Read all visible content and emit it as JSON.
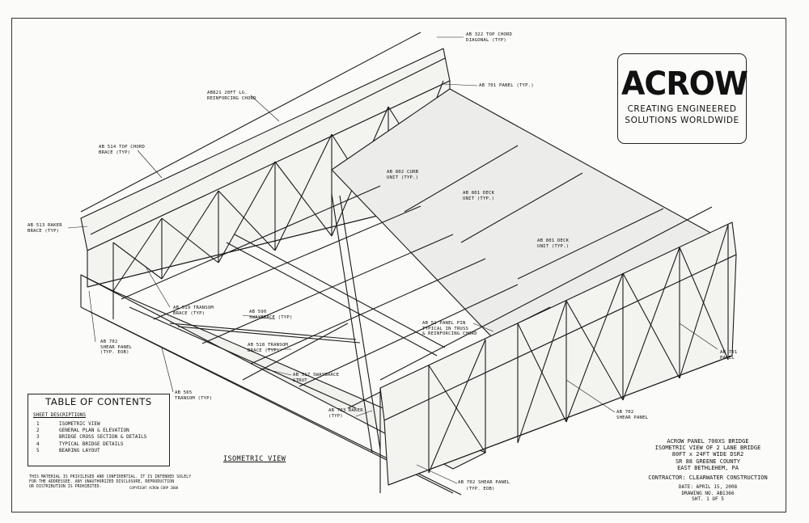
{
  "logo": {
    "word": "ACROW",
    "tagline": [
      "CREATING ENGINEERED",
      "SOLUTIONS WORLDWIDE"
    ]
  },
  "callouts": {
    "top_chord_diagonal": "AB 322 TOP CHORD\nDIAGONAL (TYP)",
    "panel_typ_top": "AB 701 PANEL (TYP.)",
    "reinforcing_chord": "AB821 20FT LG.\nREINFORCING CHORD",
    "top_chord_brace": "AB 514 TOP CHORD\nBRACE (TYP)",
    "curb_unit": "AB 802 CURB\nUNIT (TYP.)",
    "deck_unit_1": "AB 801 DECK\nUNIT (TYP.)",
    "deck_unit_2": "AB 801 DECK\nUNIT (TYP.)",
    "raker_brace": "AB 513 RAKER\nBRACE (TYP)",
    "transom_brace_519": "AB 519 TRANSOM\nBRACE (TYP)",
    "swaybrace_590": "AB 590\nSWAYBRACE (TYP)",
    "panel_pin": "AB 51 PANEL PIN\nTYPICAL IN TRUSS\n& REINFORCING CHORD",
    "shear_panel_left": "AB 702\nSHEAR PANEL\n(TYP. EOB)",
    "transom_brace_518": "AB 518 TRANSOM\nBRACE (TYP)",
    "swaybrace_strut": "AB 517 SWAYBRACE\nSTRUT",
    "panel_right": "AB 701\nPANEL",
    "transom": "AB 565\nTRANSOM (TYP)",
    "raker_703": "AB 703 RAKER\n(TYP)",
    "shear_panel_right": "AB 702\nSHEAR PANEL",
    "shear_panel_bottom": "AB 702 SHEAR PANEL",
    "eob_bottom": "(TYP. EOB)"
  },
  "toc": {
    "title": "TABLE OF CONTENTS",
    "header": "SHEET  DESCRIPTIONS",
    "rows": [
      {
        "sheet": "1",
        "description": "ISOMETRIC VIEW"
      },
      {
        "sheet": "2",
        "description": "GENERAL PLAN & ELEVATION"
      },
      {
        "sheet": "3",
        "description": "BRIDGE CROSS SECTION & DETAILS"
      },
      {
        "sheet": "4",
        "description": "TYPICAL BRIDGE DETAILS"
      },
      {
        "sheet": "5",
        "description": "BEARING LAYOUT"
      }
    ]
  },
  "view_title": "ISOMETRIC VIEW",
  "notice": [
    "THIS MATERIAL IS PRIVILEGED AND CONFIDENTIAL.  IT IS INTENDED SOLELY",
    "FOR THE ADDRESSEE.  ANY UNAUTHORIZED DISCLOSURE, REPRODUCTION",
    "OR DISTRIBUTION IS PROHIBITED."
  ],
  "copyright": "COPYRIGHT ACROW CORP 2008",
  "title_block": {
    "lines": [
      "ACROW PANEL 700XS BRIDGE",
      "ISOMETRIC VIEW OF 2 LANE BRIDGE",
      "80FT x 24FT WIDE DSR2",
      "SR 88 GREENE COUNTY",
      "EAST BETHLEHEM, PA"
    ],
    "contractor": "CONTRACTOR: CLEARWATER CONSTRUCTION",
    "date": "DATE: APRIL 15, 2008",
    "drawing_no": "DRAWING NO.  AB1366",
    "sheet": "SHT. 1 OF 5"
  },
  "colors": {
    "ink": "#1a1a1a",
    "paper": "#fbfbf9"
  }
}
